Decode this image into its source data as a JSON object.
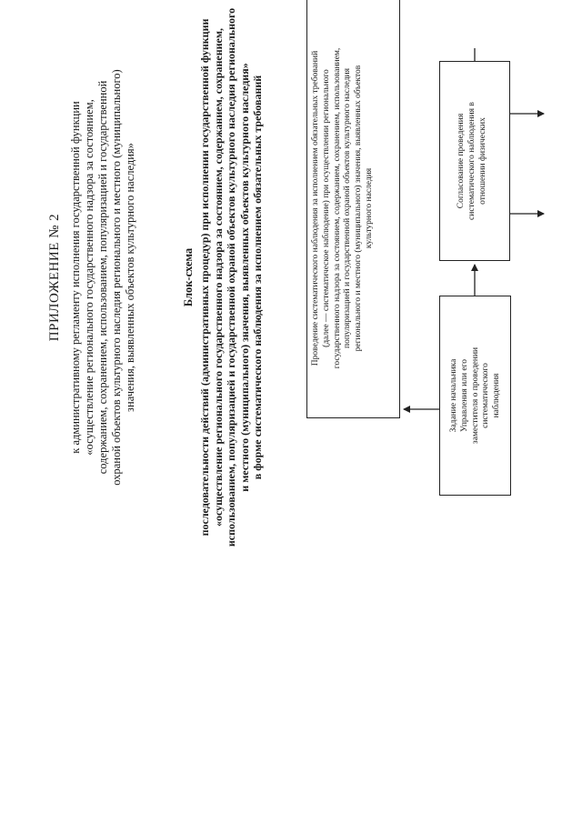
{
  "header": {
    "title": "ПРИЛОЖЕНИЕ № 2",
    "lines": [
      "к административному регламенту исполнения государственной функции",
      "«осуществление регионального государственного надзора за состоянием,",
      "содержанием, сохранением, использованием, популяризацией и государственной",
      "охраной объектов культурного наследия регионального и местного (муниципального)",
      "значения, выявленных объектов культурного наследия»"
    ]
  },
  "block_scheme": {
    "title": "Блок-схема",
    "lines": [
      "последовательности действий (административных процедур) при исполнении государственной функции",
      "«осуществление регионального государственного надзора за состоянием, содержанием, сохранением,",
      "использованием, популяризацией и государственной охраной объектов культурного наследия регионального",
      "и местного (муниципального) значения, выявленных объектов культурного наследия»",
      "в форме систематического наблюдения за исполнением обязательных требований"
    ]
  },
  "boxes": {
    "main": [
      "Проведение систематического наблюдения за исполнением обязательных требований",
      "(далее — систематическое наблюдение) при осуществлении регионального",
      "государственного надзора за состоянием, содержанием, сохранением, использованием,",
      "популяризацией и государственной охраной объектов культурного наследия",
      "регионального и местного (муниципального) значения, выявленных объектов",
      "культурного наследия"
    ],
    "task": [
      "Задание начальника",
      "Управления или его",
      "заместителя о проведении",
      "систематического",
      "наблюдения"
    ],
    "approval": [
      "Согласование проведения",
      "систематического наблюдения в",
      "отношении физических"
    ]
  }
}
